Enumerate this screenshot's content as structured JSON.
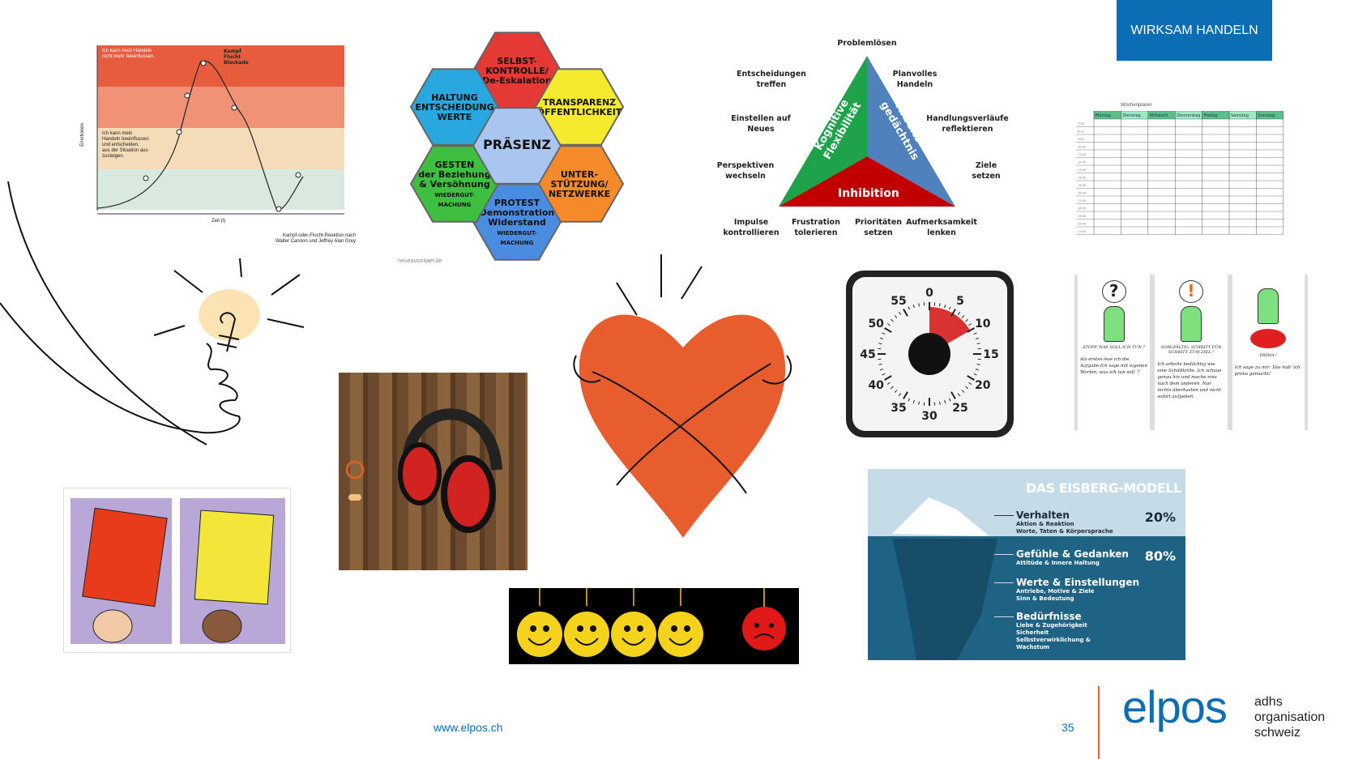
{
  "header": {
    "title": "WIRKSAM HANDELN"
  },
  "emotion_chart": {
    "zone_top": "Ich kann mein Handeln nicht mehr beeinflussen.",
    "zone_top_right": [
      "Kampf",
      "Flucht",
      "Blockade"
    ],
    "zone_mid": [
      "Ich kann mein",
      "Handeln beeinflussen",
      "und entscheiden,",
      "aus der Situation aus-",
      "zusteigen."
    ],
    "ylabel": "Emotionen",
    "xlabel": "Zeit (t)",
    "caption": [
      "Kampf-oder-Flucht-Reaktion nach",
      "Walter Cannon und Jeffrey Alan Grey"
    ]
  },
  "hexagons": {
    "center": "PRÄSENZ",
    "items": [
      {
        "lines": [
          "SELBST-",
          "KONTROLLE/",
          "De-Eskalation"
        ],
        "color": "#e53935"
      },
      {
        "lines": [
          "TRANSPARENZ",
          "ÖFFENTLICHKEIT"
        ],
        "color": "#f5ea2e"
      },
      {
        "lines": [
          "UNTER-",
          "STÜTZUNG/",
          "NETZWERKE"
        ],
        "color": "#f58a2a"
      },
      {
        "lines": [
          "PROTEST",
          "Demonstration",
          "Widerstand",
          "WIEDERGUT-",
          "MACHUNG"
        ],
        "color": "#4a8de0"
      },
      {
        "lines": [
          "GESTEN",
          "der Beziehung",
          "& Versöhnung",
          "WIEDERGUT-",
          "MACHUNG"
        ],
        "color": "#3fbf3f"
      },
      {
        "lines": [
          "HALTUNG",
          "ENTSCHEIDUNG",
          "WERTE"
        ],
        "color": "#29a8e0"
      }
    ],
    "credit": "neueautoritaet.de"
  },
  "triangle": {
    "left": [
      "Kognitive",
      "Flexibilität"
    ],
    "right": [
      "Arbeits-",
      "gedächtnis"
    ],
    "bottom": "Inhibition",
    "labels": {
      "top": "Problemlösen",
      "left": [
        [
          "Entscheidungen",
          "treffen"
        ],
        [
          "Einstellen auf",
          "Neues"
        ],
        [
          "Perspektiven",
          "wechseln"
        ]
      ],
      "right": [
        [
          "Planvolles",
          "Handeln"
        ],
        [
          "Handlungsverläufe",
          "reflektieren"
        ],
        [
          "Ziele setzen"
        ]
      ],
      "bottom": [
        [
          "Impulse",
          "kontrollieren"
        ],
        [
          "Frustration",
          "tolerieren"
        ],
        [
          "Prioritäten",
          "setzen"
        ],
        [
          "Aufmerksamkeit",
          "lenken"
        ]
      ]
    }
  },
  "planner": {
    "title": "Wochenplaner",
    "days": [
      "Montag",
      "Dienstag",
      "Mittwoch",
      "Donnerstag",
      "Freitag",
      "Samstag",
      "Sonntag"
    ],
    "hours": [
      "7:00",
      "8:00",
      "9:00",
      "10:00",
      "11:00",
      "12:00",
      "13:00",
      "14:00",
      "15:00",
      "16:00",
      "17:00",
      "18:00",
      "19:00",
      "20:00",
      "21:00"
    ]
  },
  "timer": {
    "numbers": [
      "55",
      "0",
      "5",
      "10",
      "15",
      "20",
      "25",
      "30",
      "35",
      "40",
      "45",
      "50"
    ],
    "set_minutes": 10
  },
  "cartoons": {
    "panels": [
      {
        "bubble": "?",
        "caption": "STOPP, WAS SOLL ICH TUN ?",
        "text": "Als erstes lese ich die Aufgabe.Ich sage mit eigenen Worten, was ich tun soll. ?"
      },
      {
        "bubble": "!",
        "caption": "SORGFÄLTIG, SCHRITT FÜR SCHRITT ZUM ZIEL !",
        "text": "Ich arbeite bedächtig wie eine Schildkröte. Ich schaue genau hin und mache eins nach dem anderen. Nur nichts überhasten und nicht sofort aufgeben."
      },
      {
        "bubble": "",
        "caption": "PRIMA !",
        "text": "Ich sage zu mir: Das hab' ich prima gemacht!"
      }
    ]
  },
  "iceberg": {
    "title": "DAS EISBERG-MODELL",
    "levels": [
      {
        "name": "Verhalten",
        "sub": [
          "Aktion & Reaktion",
          "Worte, Taten & Körpersprache"
        ],
        "pct": "20%"
      },
      {
        "name": "Gefühle & Gedanken",
        "sub": [
          "Attitüde & Innere Haltung"
        ],
        "pct": "80%"
      },
      {
        "name": "Werte & Einstellungen",
        "sub": [
          "Antriebe, Motive & Ziele",
          "Sinn & Bedeutung"
        ],
        "pct": ""
      },
      {
        "name": "Bedürfnisse",
        "sub": [
          "Liebe & Zugehörigkeit",
          "Sicherheit",
          "Selbstverwirklichung &",
          "Wachstum"
        ],
        "pct": ""
      }
    ]
  },
  "footer": {
    "url": "www.elpos.ch",
    "page": "35",
    "logo": {
      "word": "elpos",
      "tag": [
        "adhs",
        "organisation",
        "schweiz"
      ]
    }
  },
  "colors": {
    "brand": "#0b6db4",
    "accent": "#e0633a"
  }
}
